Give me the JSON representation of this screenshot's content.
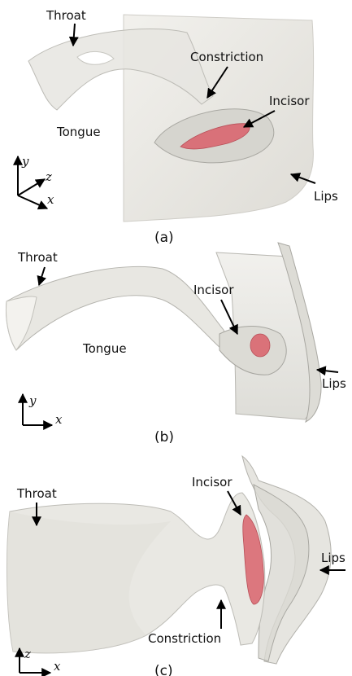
{
  "panels": {
    "a": {
      "caption": "(a)",
      "labels": {
        "throat": "Throat",
        "constriction": "Constriction",
        "incisor": "Incisor",
        "tongue": "Tongue",
        "lips": "Lips"
      },
      "axes": {
        "y": "y",
        "z": "z",
        "x": "x"
      }
    },
    "b": {
      "caption": "(b)",
      "labels": {
        "throat": "Throat",
        "incisor": "Incisor",
        "tongue": "Tongue",
        "lips": "Lips"
      },
      "axes": {
        "y": "y",
        "x": "x"
      }
    },
    "c": {
      "caption": "(c)",
      "labels": {
        "throat": "Throat",
        "incisor": "Incisor",
        "constriction": "Constriction",
        "lips": "Lips"
      },
      "axes": {
        "z": "z",
        "x": "x"
      }
    }
  },
  "colors": {
    "tract": "#e9e8e3",
    "tract_edge": "#c9c8c2",
    "incisor": "#d9666f",
    "text": "#111111"
  }
}
